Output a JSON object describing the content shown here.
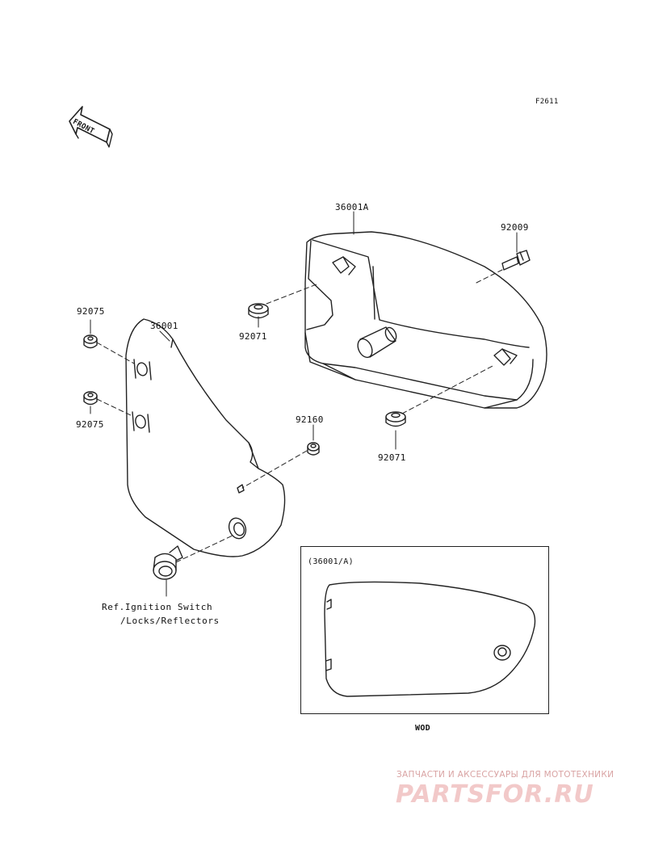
{
  "diagram": {
    "code": "F2611",
    "front_label": "FRONT",
    "parts": {
      "cover_a": "36001A",
      "bolt": "92009",
      "grommet_upper": "92071",
      "grommet_lower": "92071",
      "damper_upper": "92075",
      "damper_lower": "92075",
      "cover": "36001",
      "collar": "92160"
    },
    "reference": {
      "line1": "Ref.Ignition Switch",
      "line2": "/Locks/Reflectors"
    },
    "inset": {
      "label": "(36001/A)",
      "caption": "WOD"
    }
  },
  "watermark": {
    "tagline": "ЗАПЧАСТИ И АКСЕССУАРЫ ДЛЯ МОТОТЕХНИКИ",
    "brand": "PARTSFOR.RU"
  },
  "colors": {
    "line": "#222222",
    "watermark_primary": "#e8a0a0",
    "watermark_secondary": "#c98f8f"
  }
}
